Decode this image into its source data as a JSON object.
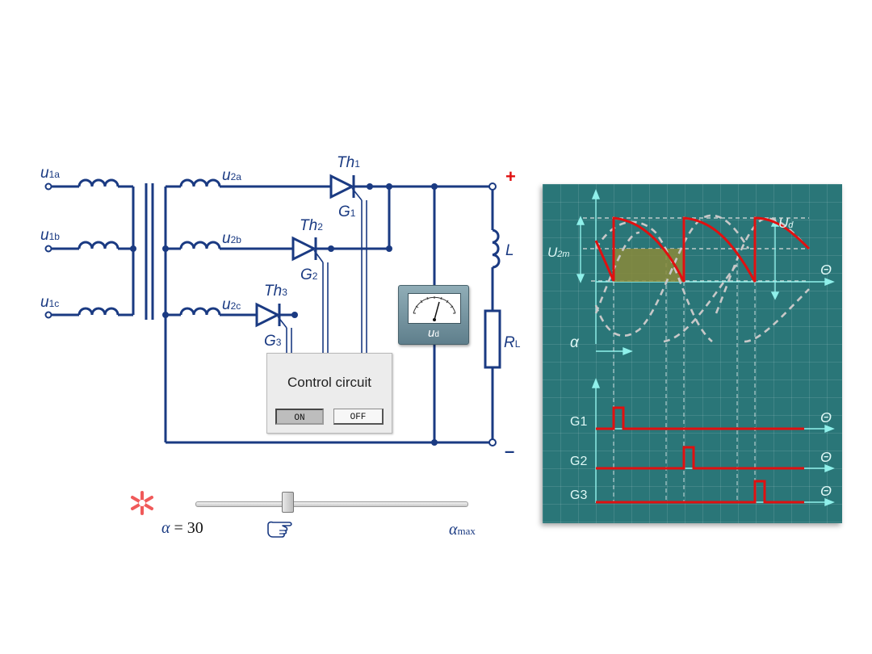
{
  "circuit": {
    "labels": {
      "u1a": {
        "main": "u",
        "sub": "1a"
      },
      "u1b": {
        "main": "u",
        "sub": "1b"
      },
      "u1c": {
        "main": "u",
        "sub": "1c"
      },
      "u2a": {
        "main": "u",
        "sub": "2a"
      },
      "u2b": {
        "main": "u",
        "sub": "2b"
      },
      "u2c": {
        "main": "u",
        "sub": "2c"
      },
      "th1": {
        "main": "Th",
        "sub": "1"
      },
      "th2": {
        "main": "Th",
        "sub": "2"
      },
      "th3": {
        "main": "Th",
        "sub": "3"
      },
      "g1": {
        "main": "G",
        "sub": "1"
      },
      "g2": {
        "main": "G",
        "sub": "2"
      },
      "g3": {
        "main": "G",
        "sub": "3"
      },
      "inductor": "L",
      "resistor": {
        "main": "R",
        "sub": "L"
      },
      "plus": "+",
      "minus": "–"
    },
    "colors": {
      "wire": "#1a3a82",
      "polarity": "#e01010"
    }
  },
  "control": {
    "title": "Control circuit",
    "on_label": "ON",
    "off_label": "OFF"
  },
  "meter": {
    "main": "u",
    "sub": "d"
  },
  "slider": {
    "alpha_symbol": "α",
    "alpha_eq": " = ",
    "alpha_value": "30",
    "alpha_value_deg": 30,
    "alpha_max_main": "α",
    "alpha_max_sub": "max",
    "position_fraction": 0.33
  },
  "scope": {
    "labels": {
      "u2m": {
        "main": "U",
        "sub": "2m"
      },
      "ud": {
        "main": "U",
        "sub": "d"
      },
      "theta": "Θ",
      "alpha": "α",
      "g1": "G1",
      "g2": "G2",
      "g3": "G3"
    },
    "colors": {
      "background": "#2a7678",
      "output": "#e01010",
      "phase": "#c8c8c8",
      "fill": "#8a8a3a",
      "axis": "#8ff0ea"
    }
  }
}
